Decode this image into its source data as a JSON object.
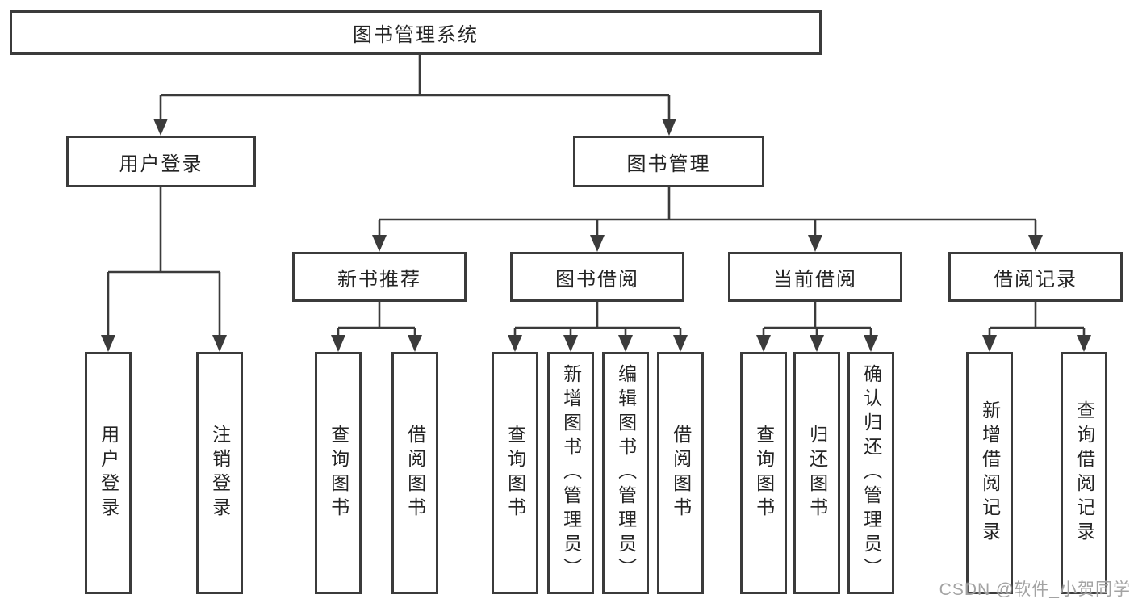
{
  "tree": {
    "label": "图书管理系统",
    "children": [
      {
        "label": "用户登录",
        "children": [
          {
            "label": "用户登录"
          },
          {
            "label": "注销登录"
          }
        ]
      },
      {
        "label": "图书管理",
        "children": [
          {
            "label": "新书推荐",
            "children": [
              {
                "label": "查询图书"
              },
              {
                "label": "借阅图书"
              }
            ]
          },
          {
            "label": "图书借阅",
            "children": [
              {
                "label": "查询图书"
              },
              {
                "label": "新增图书（管理员）"
              },
              {
                "label": "编辑图书（管理员）"
              },
              {
                "label": "借阅图书"
              }
            ]
          },
          {
            "label": "当前借阅",
            "children": [
              {
                "label": "查询图书"
              },
              {
                "label": "归还图书"
              },
              {
                "label": "确认归还（管理员）"
              }
            ]
          },
          {
            "label": "借阅记录",
            "children": [
              {
                "label": "新增借阅记录"
              },
              {
                "label": "查询借阅记录"
              }
            ]
          }
        ]
      }
    ]
  },
  "watermark": {
    "text": "CSDN @软件_小贺同学"
  },
  "colors": {
    "line": "#3b3b3b",
    "box_border": "#3b3b3b",
    "text": "#242424",
    "background": "#ffffff",
    "watermark": "#9e9e9e"
  }
}
